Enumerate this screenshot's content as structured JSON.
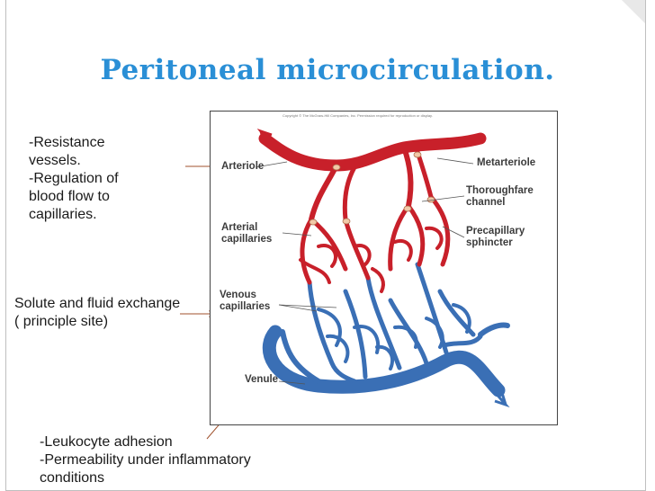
{
  "title": "Peritoneal microcirculation.",
  "notes": {
    "resistance": "-Resistance\nvessels.\n-Regulation of\nblood flow to\ncapillaries.",
    "exchange": "Solute and fluid exchange\n( principle site)",
    "leukocyte": "-Leukocyte adhesion\n-Permeability under inflammatory\nconditions"
  },
  "diagram": {
    "copyright": "Copyright © The McGraw-Hill Companies, Inc. Permission required for reproduction or display.",
    "labels": {
      "arteriole": "Arteriole",
      "metarteriole": "Metarteriole",
      "thoroughfare": "Thoroughfare\nchannel",
      "arterial_capillaries": "Arterial\ncapillaries",
      "precapillary": "Precapillary\nsphincter",
      "venous_capillaries": "Venous\ncapillaries",
      "venule": "Venule"
    }
  },
  "colors": {
    "title": "#2a8fd6",
    "arterial": "#c8202a",
    "venous": "#3a6fb5",
    "annotation_arrow": "#a0522d"
  }
}
